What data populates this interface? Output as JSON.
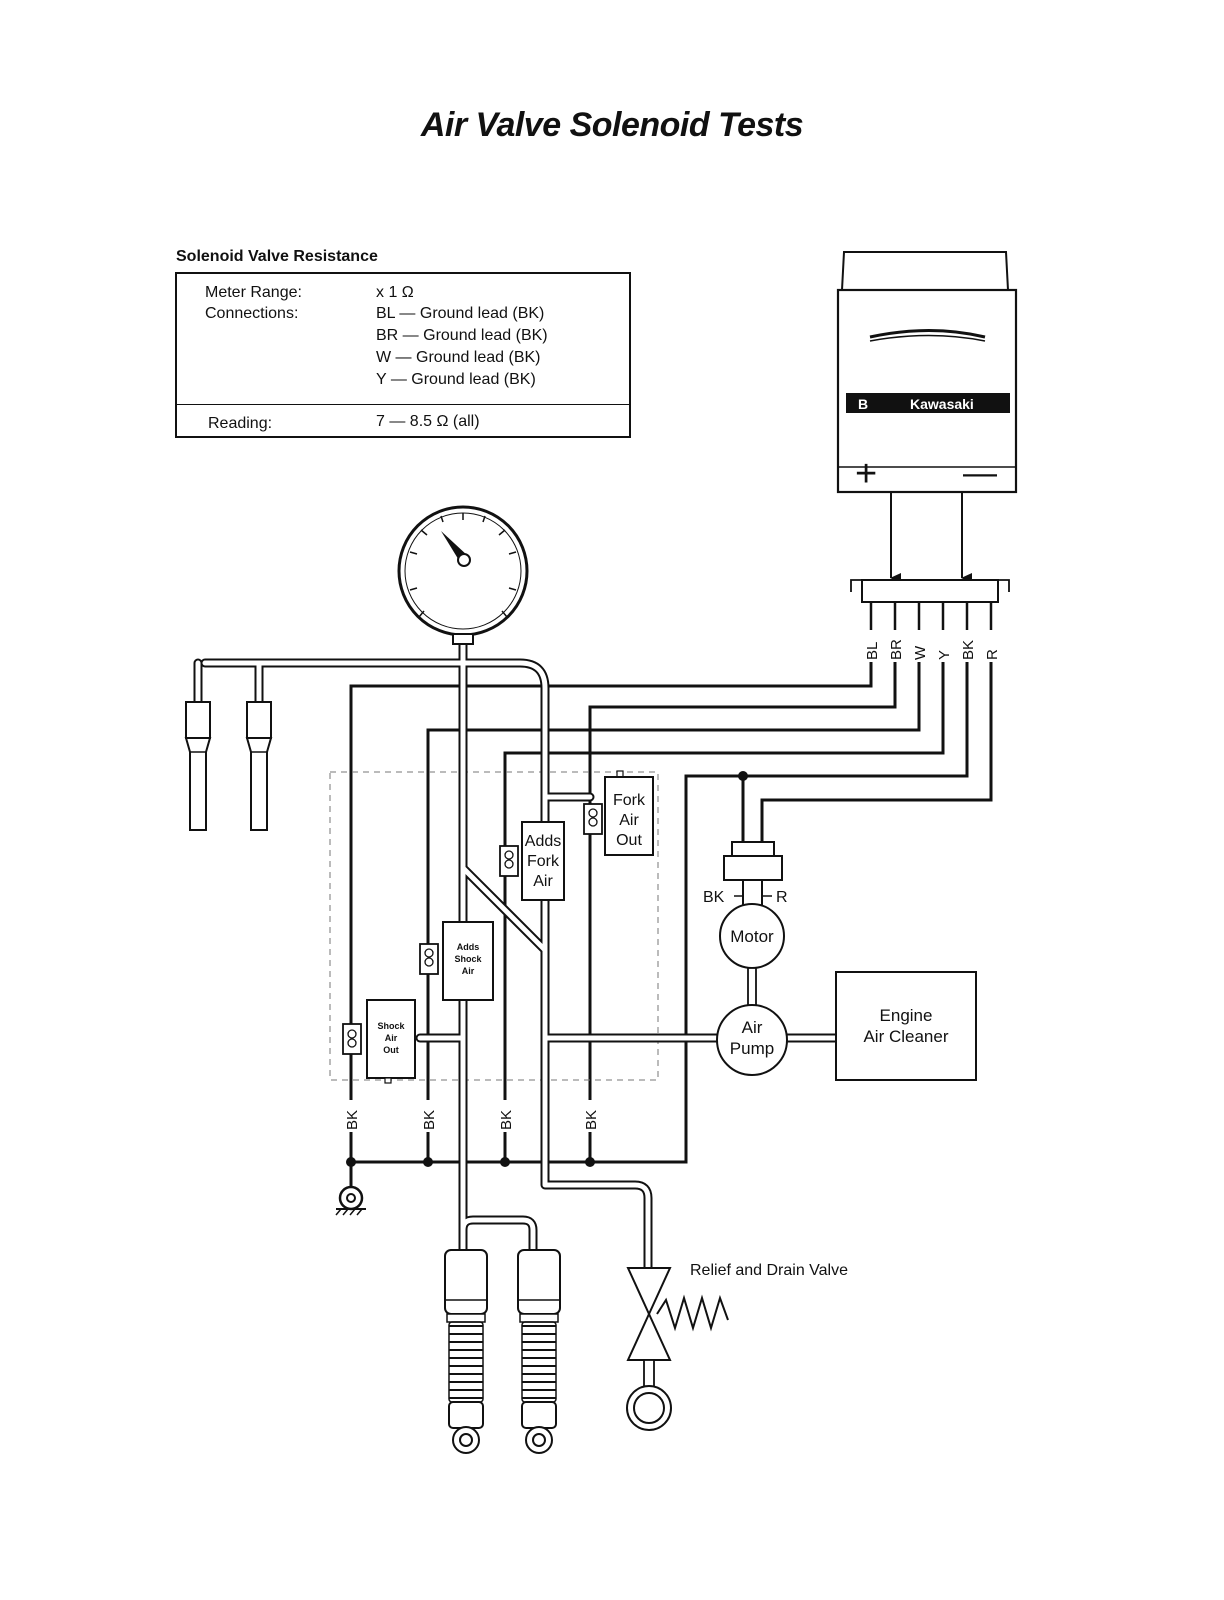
{
  "title": "Air Valve Solenoid Tests",
  "spec": {
    "heading": "Solenoid Valve Resistance",
    "meter_range_label": "Meter Range:",
    "meter_range_value": "x 1 Ω",
    "connections_label": "Connections:",
    "connections": [
      "BL — Ground lead (BK)",
      "BR — Ground lead (BK)",
      "W — Ground lead (BK)",
      "Y — Ground lead (BK)"
    ],
    "reading_label": "Reading:",
    "reading_value": "7 — 8.5 Ω (all)"
  },
  "battery": {
    "brand": "Kawasaki",
    "brand_mark": "B",
    "positive": "+",
    "negative": "—"
  },
  "connector_wires": [
    "BL",
    "BR",
    "W",
    "Y",
    "BK",
    "R"
  ],
  "valves": {
    "fork_out": [
      "Fork",
      "Air",
      "Out"
    ],
    "fork_adds": [
      "Adds",
      "Fork",
      "Air"
    ],
    "shock_adds": [
      "Adds",
      "Shock",
      "Air"
    ],
    "shock_out": [
      "Shock",
      "Air",
      "Out"
    ]
  },
  "motor": {
    "label": "Motor",
    "lead_left": "BK",
    "lead_right": "R"
  },
  "pump": {
    "label_line1": "Air",
    "label_line2": "Pump"
  },
  "cleaner": {
    "label_line1": "Engine",
    "label_line2": "Air Cleaner"
  },
  "ground_wire_labels": [
    "BK",
    "BK",
    "BK",
    "BK"
  ],
  "relief_valve_label": "Relief and Drain Valve"
}
